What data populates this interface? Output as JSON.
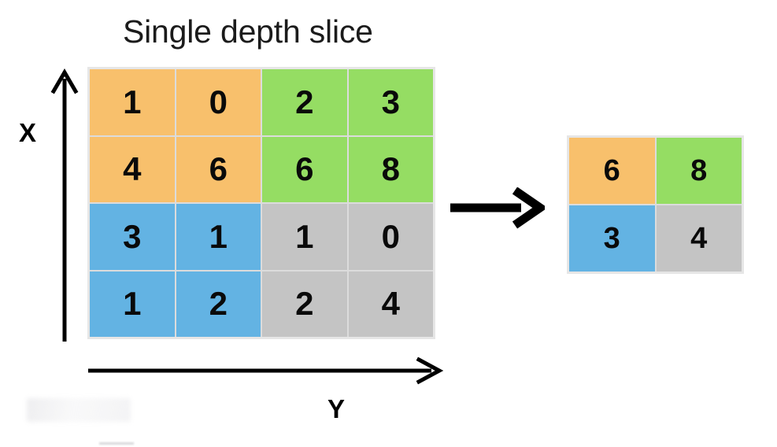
{
  "figure": {
    "title": "Single depth slice",
    "axes": {
      "vertical_label": "X",
      "horizontal_label": "Y",
      "vertical_arrow_direction": "up",
      "horizontal_arrow_direction": "right",
      "transform_arrow_direction": "right"
    },
    "colors": {
      "orange": "#f8c06c",
      "green": "#95dd63",
      "blue": "#63b3e3",
      "gray": "#c4c4c4",
      "grid_line": "#dcdcdc",
      "grid_border": "#e6e6e6",
      "text": "#1b1b1b",
      "number": "#0a0a0a",
      "arrow": "#000000",
      "background": "#ffffff"
    }
  },
  "chart_data": {
    "type": "heatmap",
    "title": "Single depth slice",
    "xlabel": "Y",
    "ylabel": "X",
    "grid": true,
    "legend": "none",
    "input": {
      "name": "input-feature-map",
      "rows": 4,
      "cols": 4,
      "values": [
        [
          1,
          0,
          2,
          3
        ],
        [
          4,
          6,
          6,
          8
        ],
        [
          3,
          1,
          1,
          0
        ],
        [
          1,
          2,
          2,
          4
        ]
      ],
      "cell_colors": [
        [
          "orange",
          "orange",
          "green",
          "green"
        ],
        [
          "orange",
          "orange",
          "green",
          "green"
        ],
        [
          "blue",
          "blue",
          "gray",
          "gray"
        ],
        [
          "blue",
          "blue",
          "gray",
          "gray"
        ]
      ]
    },
    "output": {
      "name": "pooled-output",
      "rows": 2,
      "cols": 2,
      "values": [
        [
          6,
          8
        ],
        [
          3,
          4
        ]
      ],
      "cell_colors": [
        [
          "orange",
          "green"
        ],
        [
          "blue",
          "gray"
        ]
      ]
    }
  }
}
